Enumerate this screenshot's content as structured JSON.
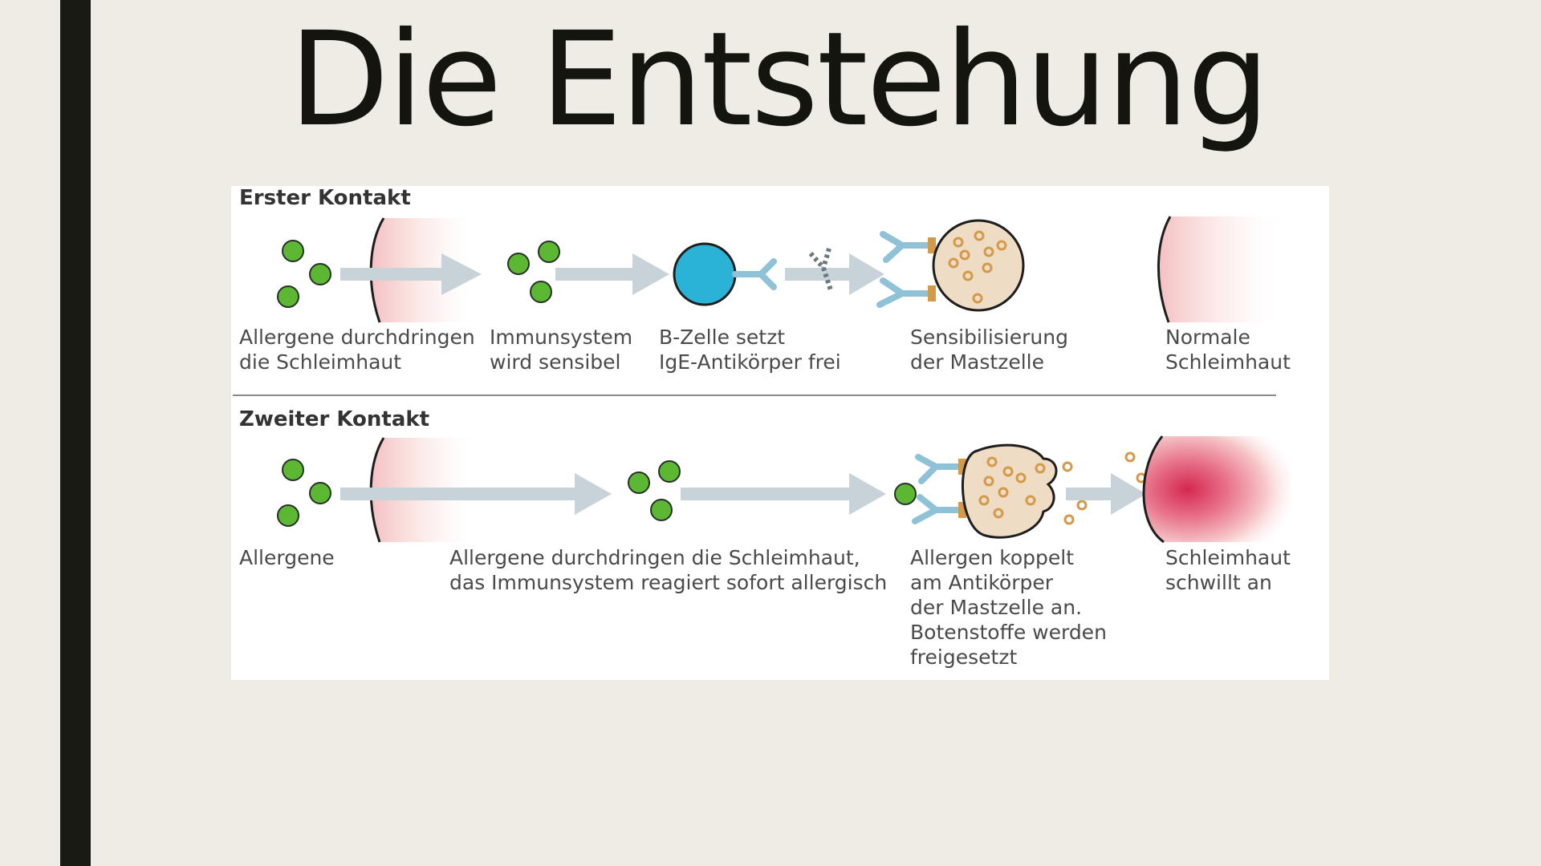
{
  "slide": {
    "title": "Die Entstehung"
  },
  "diagram": {
    "first_contact": {
      "heading": "Erster Kontakt",
      "steps": [
        {
          "line1": "Allergene durchdringen",
          "line2": "die Schleimhaut"
        },
        {
          "line1": "Immunsystem",
          "line2": "wird sensibel"
        },
        {
          "line1": "B-Zelle setzt",
          "line2": "IgE-Antikörper frei"
        },
        {
          "line1": "Sensibilisierung",
          "line2": "der Mastzelle"
        },
        {
          "line1": "Normale",
          "line2": "Schleimhaut"
        }
      ]
    },
    "second_contact": {
      "heading": "Zweiter Kontakt",
      "steps": [
        {
          "line1": "Allergene"
        },
        {
          "line1": "Allergene durchdringen die Schleimhaut,",
          "line2": "das Immunsystem reagiert sofort allergisch"
        },
        {
          "line1": "Allergen koppelt",
          "line2": "am Antikörper",
          "line3": "der Mastzelle an.",
          "line4": "Botenstoffe werden",
          "line5": "freigesetzt"
        },
        {
          "line1": "Schleimhaut",
          "line2": "schwillt an"
        }
      ]
    },
    "colors": {
      "allergen": "#5cb832",
      "b_cell": "#2ab3d6",
      "antibody": "#8fc2d6",
      "mast_cell": "#eedcc4",
      "granule": "#d39a4a",
      "arrow": "#c7d3d8",
      "membrane": "#f3c4c4",
      "swelling": "#d8325a"
    }
  }
}
